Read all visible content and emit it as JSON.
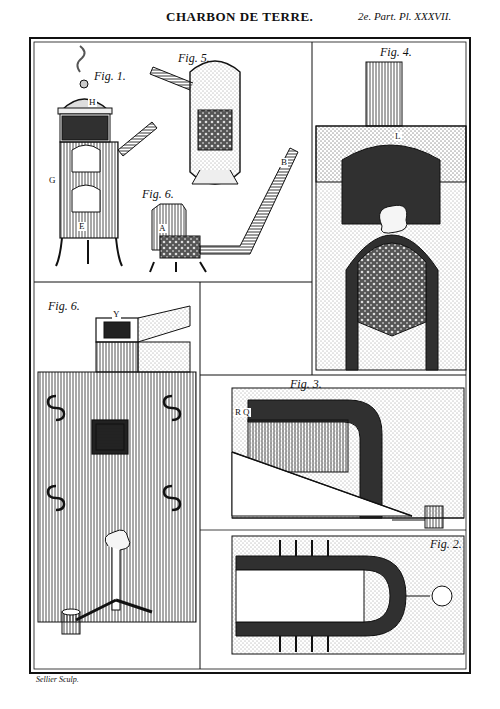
{
  "diagram": {
    "title": "CHARBON DE TERRE.",
    "labels": [
      "2e. Part. Pl. XXXVII.",
      "Fig. 1.",
      "Fig. 5.",
      "Fig. 4.",
      "Fig. 6.",
      "Fig. 6.",
      "Fig. 3.",
      "Fig. 2.",
      "Sellier Sculp.",
      "H",
      "G",
      "E",
      "A",
      "B",
      "L",
      "R",
      "Q",
      "Y"
    ]
  }
}
